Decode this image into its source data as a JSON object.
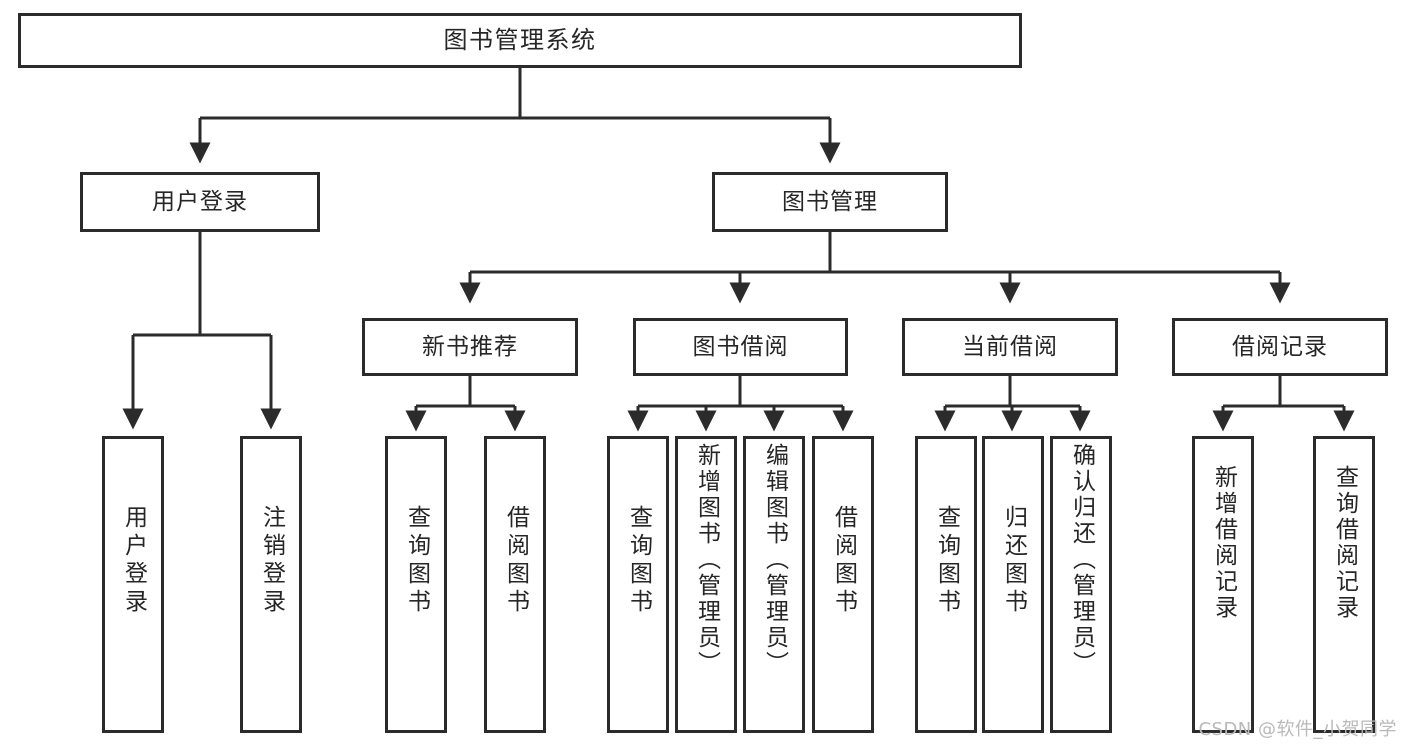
{
  "diagram": {
    "type": "tree-hierarchy",
    "title": "图书管理系统",
    "watermark": "CSDN @软件_小贺同学",
    "colors": {
      "border": "#2b2b2b",
      "background": "#ffffff",
      "text": "#262626",
      "watermark": "#b9b9b9"
    },
    "nodes": {
      "root": {
        "label": "图书管理系统"
      },
      "level2": [
        {
          "id": "user-login",
          "label": "用户登录"
        },
        {
          "id": "book-manage",
          "label": "图书管理"
        }
      ],
      "level3": [
        {
          "id": "new-book-recommend",
          "label": "新书推荐"
        },
        {
          "id": "book-borrow",
          "label": "图书借阅"
        },
        {
          "id": "current-borrow",
          "label": "当前借阅"
        },
        {
          "id": "borrow-record",
          "label": "借阅记录"
        }
      ],
      "leaves": {
        "user-login": [
          {
            "id": "leaf-user-login",
            "label": "用户登录"
          },
          {
            "id": "leaf-logout",
            "label": "注销登录"
          }
        ],
        "new-book-recommend": [
          {
            "id": "leaf-query-book-1",
            "label": "查询图书"
          },
          {
            "id": "leaf-borrow-book-1",
            "label": "借阅图书"
          }
        ],
        "book-borrow": [
          {
            "id": "leaf-query-book-2",
            "label": "查询图书"
          },
          {
            "id": "leaf-add-book",
            "label": "新增图书（管理员）"
          },
          {
            "id": "leaf-edit-book",
            "label": "编辑图书（管理员）"
          },
          {
            "id": "leaf-borrow-book-2",
            "label": "借阅图书"
          }
        ],
        "current-borrow": [
          {
            "id": "leaf-query-book-3",
            "label": "查询图书"
          },
          {
            "id": "leaf-return-book",
            "label": "归还图书"
          },
          {
            "id": "leaf-confirm-return",
            "label": "确认归还（管理员）"
          }
        ],
        "borrow-record": [
          {
            "id": "leaf-add-record",
            "label": "新增借阅记录"
          },
          {
            "id": "leaf-query-record",
            "label": "查询借阅记录"
          }
        ]
      }
    }
  }
}
